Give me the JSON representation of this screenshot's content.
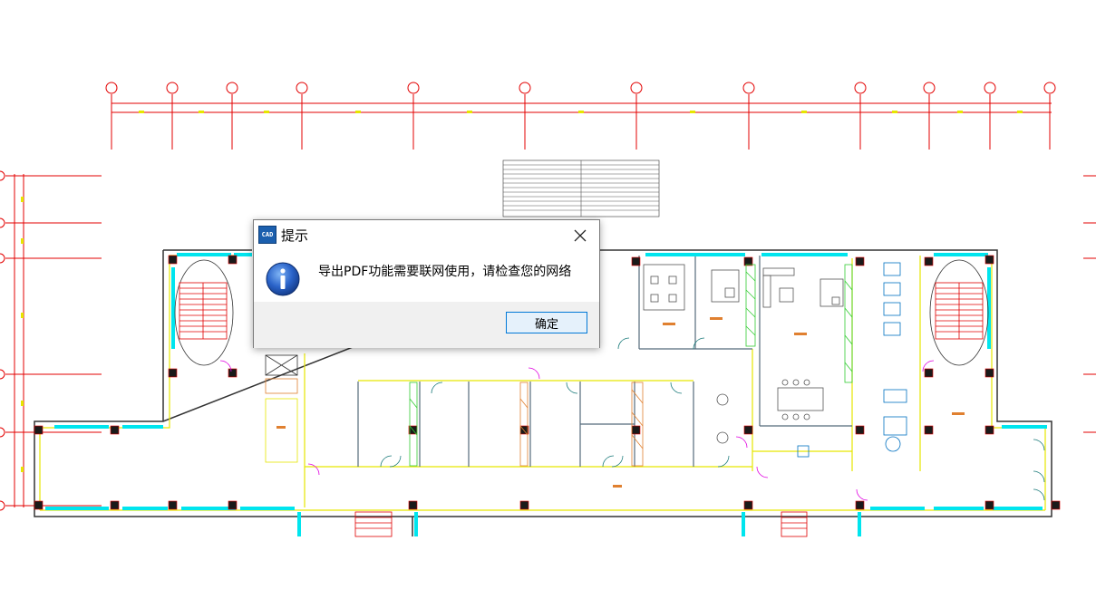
{
  "dialog": {
    "title": "提示",
    "app_icon_label": "CAD",
    "message": "导出PDF功能需要联网使用，请检查您的网络",
    "ok_label": "确定",
    "close_icon": "close-icon",
    "info_icon": "info-icon"
  },
  "colors": {
    "axis_red": "#e30000",
    "wall_yellow": "#e6e600",
    "window_cyan": "#00e5ee",
    "column_black": "#1a1a1a",
    "door_magenta": "#e000e0",
    "stair_red": "#e00000",
    "hatch_green": "#33cc33",
    "furniture_gray": "#555555",
    "dialog_accent": "#0078d7"
  }
}
